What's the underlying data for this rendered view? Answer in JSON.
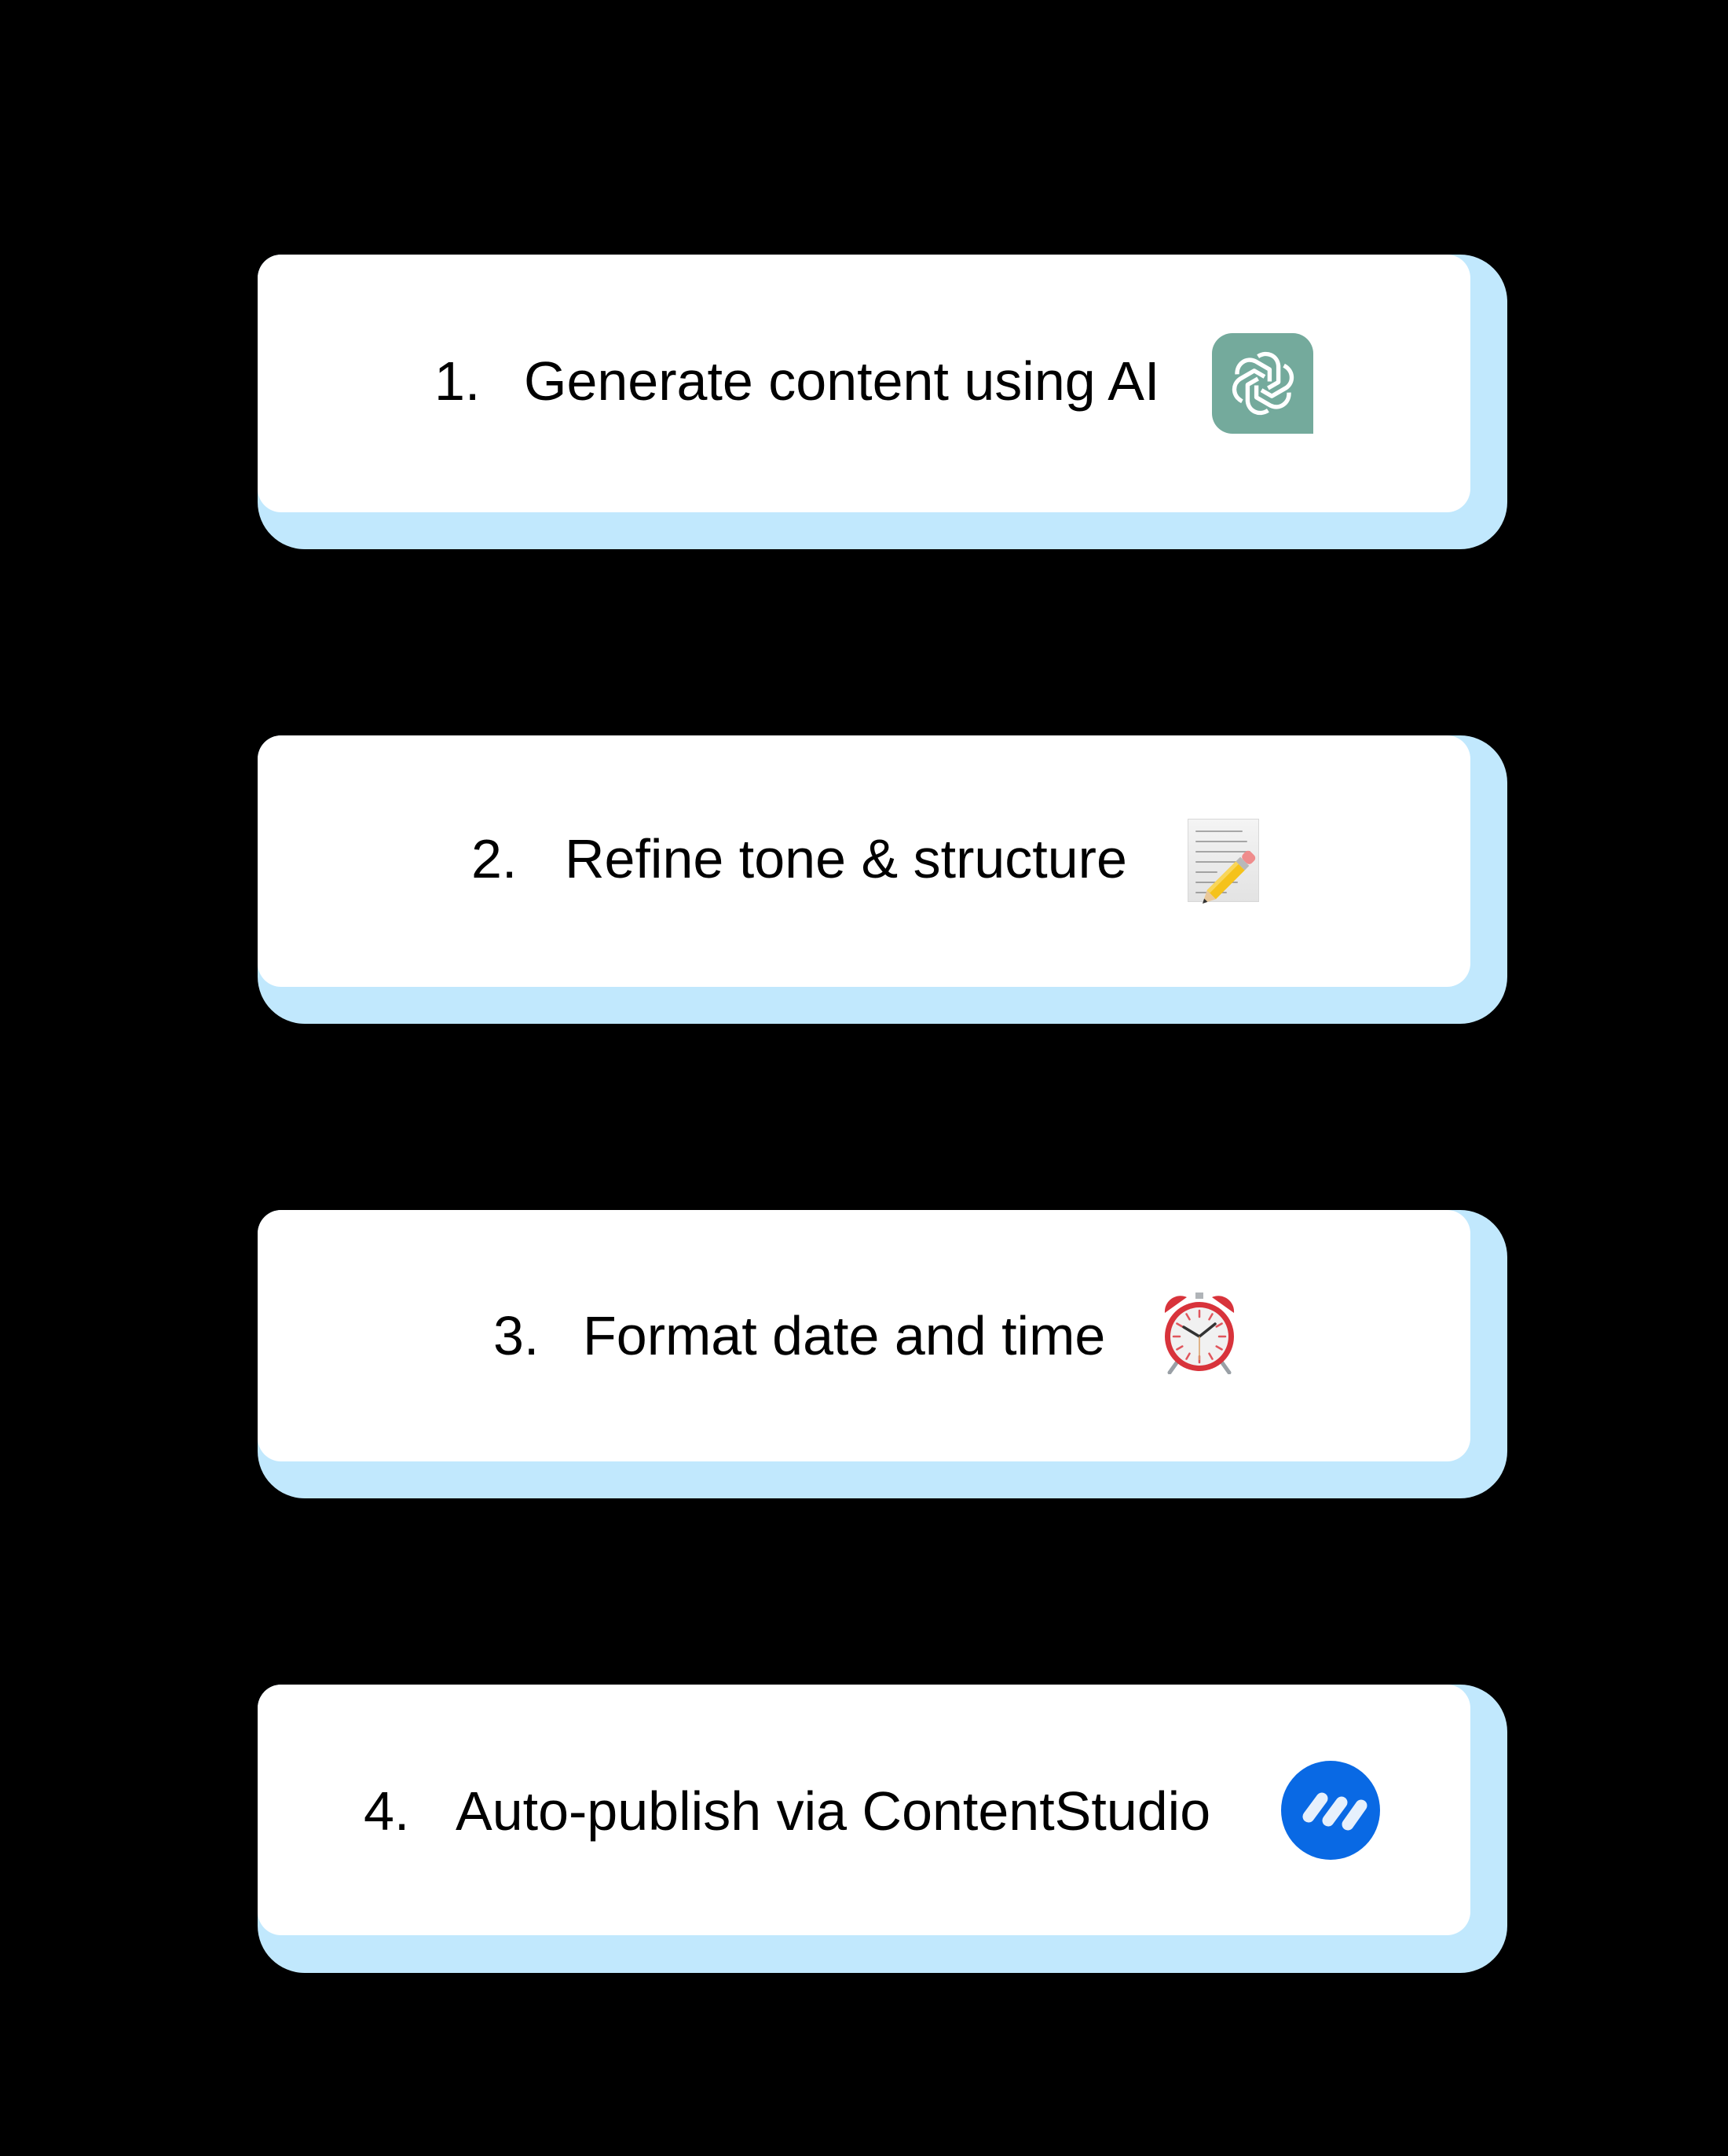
{
  "colors": {
    "background": "#000000",
    "card": "#FFFFFF",
    "card_shadow": "#C1E8FD",
    "text": "#000000",
    "chatgpt_green": "#74AA9C",
    "contentstudio_blue": "#0969E4"
  },
  "steps": [
    {
      "number": "1.",
      "label": "Generate content using AI",
      "icon": "chatgpt-logo-icon"
    },
    {
      "number": "2.",
      "label": "Refine tone & structure",
      "icon": "memo-icon"
    },
    {
      "number": "3.",
      "label": "Format date and time",
      "icon": "alarm-clock-icon"
    },
    {
      "number": "4.",
      "label": "Auto-publish via ContentStudio",
      "icon": "contentstudio-logo-icon"
    }
  ]
}
